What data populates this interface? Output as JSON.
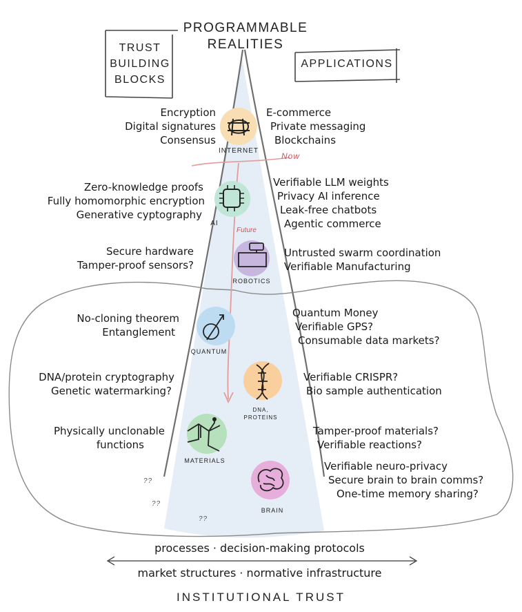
{
  "title_lines": [
    "PROGRAMMABLE",
    "REALITIES"
  ],
  "left_box_lines": [
    "TRUST",
    "BUILDING",
    "BLOCKS"
  ],
  "right_box_label": "APPLICATIONS",
  "markers": {
    "now": "Now",
    "future": "Future"
  },
  "colors": {
    "cone_fill": "#e5eef6",
    "arrow": "#e39a9a",
    "now_text": "#c9575a",
    "blob_stroke": "#8a8a8a"
  },
  "layers": [
    {
      "id": "internet",
      "icon": "network-globe-icon",
      "icon_color": "#f9deb4",
      "caption": "INTERNET",
      "blocks": [
        "Encryption",
        "Digital signatures",
        "Consensus"
      ],
      "apps": [
        "E-commerce",
        "Private messaging",
        "Blockchains"
      ]
    },
    {
      "id": "ai",
      "icon": "chip-icon",
      "icon_color": "#bfe6d6",
      "caption": "AI",
      "blocks": [
        "Zero-knowledge proofs",
        "Fully homomorphic encryption",
        "Generative cyptography"
      ],
      "apps": [
        "Verifiable LLM weights",
        "Privacy AI inference",
        "Leak-free chatbots",
        "Agentic commerce"
      ]
    },
    {
      "id": "robotics",
      "icon": "robot-icon",
      "icon_color": "#c7b7df",
      "caption": "ROBOTICS",
      "blocks": [
        "Secure hardware",
        "Tamper-proof sensors?"
      ],
      "apps": [
        "Untrusted swarm coordination",
        "Verifiable Manufacturing"
      ]
    },
    {
      "id": "quantum",
      "icon": "qubit-icon",
      "icon_color": "#bddcf2",
      "caption": "QUANTUM",
      "blocks": [
        "No-cloning theorem",
        "Entanglement"
      ],
      "apps": [
        "Quantum Money",
        "Verifiable GPS?",
        "Consumable data markets?"
      ]
    },
    {
      "id": "dna",
      "icon": "dna-helix-icon",
      "icon_color": "#f9cf9e",
      "caption_lines": [
        "DNA,",
        "PROTEINS"
      ],
      "blocks": [
        "DNA/protein cryptography",
        "Genetic watermarking?"
      ],
      "apps": [
        "Verifiable CRISPR?",
        "Bio sample authentication"
      ]
    },
    {
      "id": "materials",
      "icon": "molecule-icon",
      "icon_color": "#b7e0bd",
      "caption": "MATERIALS",
      "blocks": [
        "Physically unclonable",
        "functions"
      ],
      "apps": [
        "Tamper-proof materials?",
        "Verifiable reactions?"
      ]
    },
    {
      "id": "brain",
      "icon": "brain-icon",
      "icon_color": "#e7aedb",
      "caption": "BRAIN",
      "blocks": [],
      "apps": [
        "Verifiable neuro-privacy",
        "Secure brain to brain comms?",
        "One-time memory sharing?"
      ]
    }
  ],
  "unknown_marks": [
    "??",
    "??",
    "??"
  ],
  "foundation_top": "processes · decision-making protocols",
  "foundation_bottom": "market structures · normative infrastructure",
  "foundation_title": "INSTITUTIONAL TRUST"
}
